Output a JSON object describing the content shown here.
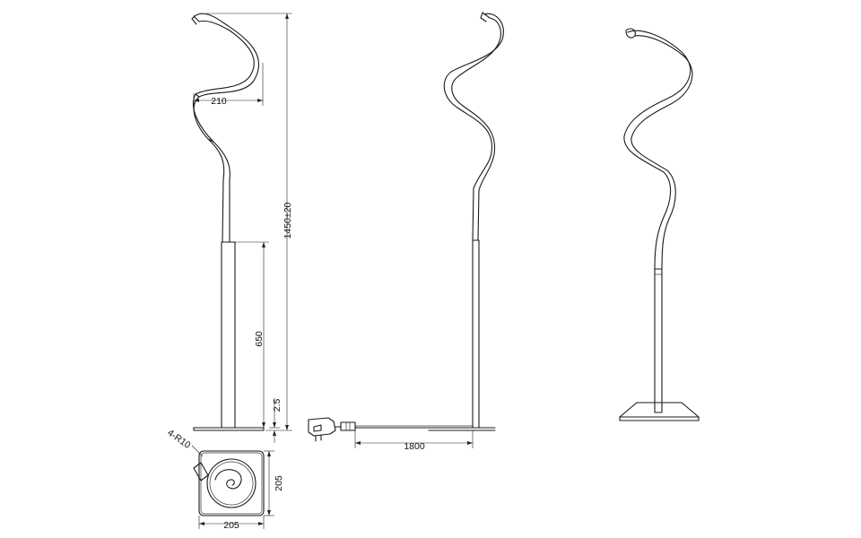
{
  "dimensions": {
    "spiral_width": "210",
    "total_height": "1450±20",
    "base_pole_height": "650",
    "base_plate_thickness": "2.5",
    "corner_radius": "4-R10",
    "base_depth": "205",
    "base_width": "205",
    "cable_length": "1800"
  },
  "views": [
    "front-view",
    "side-view",
    "perspective-view",
    "top-view"
  ]
}
